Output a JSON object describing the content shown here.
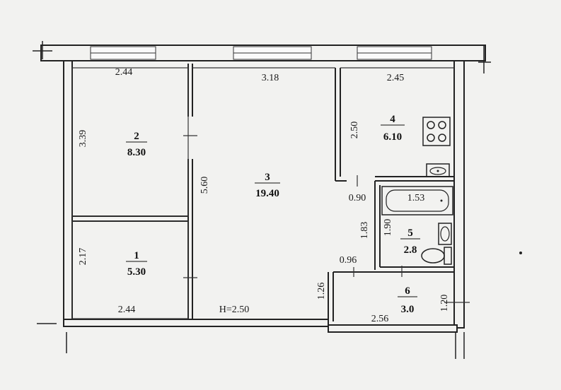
{
  "rooms": [
    {
      "number": "1",
      "area": "5.30"
    },
    {
      "number": "2",
      "area": "8.30"
    },
    {
      "number": "3",
      "area": "19.40"
    },
    {
      "number": "4",
      "area": "6.10"
    },
    {
      "number": "5",
      "area": "2.8"
    },
    {
      "number": "6",
      "area": "3.0"
    }
  ],
  "dimensions": {
    "room2_width": "2.44",
    "room2_height": "3.39",
    "room3_width": "3.18",
    "room3_height": "5.60",
    "room4_width": "2.45",
    "room4_height": "2.50",
    "door_kitchen": "0.90",
    "bath_length": "1.53",
    "bath_height": "1.90",
    "corridor_1_83": "1.83",
    "door_bath": "0.96",
    "corridor_1_26": "1.26",
    "room1_height": "2.17",
    "room1_width": "2.44",
    "room6_width": "2.56",
    "room6_height": "1.20"
  },
  "ceiling_height": "H=2.50"
}
